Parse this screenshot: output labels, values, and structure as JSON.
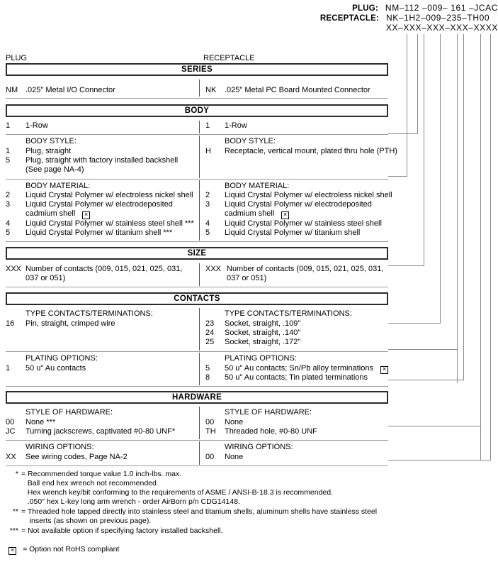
{
  "header": {
    "rows": [
      {
        "label": "PLUG:",
        "value": "NM–112 –009– 161 –JCAC"
      },
      {
        "label": "RECEPTACLE:",
        "value": "NK–1H2–009–235–TH00"
      },
      {
        "label": "",
        "value": "XX–XXX–XXX–XXX–XXXX"
      }
    ]
  },
  "captions": {
    "plug": "PLUG",
    "receptacle": "RECEPTACLE"
  },
  "sections": {
    "series": {
      "title": "SERIES",
      "plug": {
        "code": "NM",
        "text": ".025\" Metal I/O Connector"
      },
      "receptacle": {
        "code": "NK",
        "text": ".025\" Metal PC Board Mounted Connector"
      }
    },
    "body": {
      "title": "BODY",
      "row_plug": {
        "code": "1",
        "text": "1-Row"
      },
      "row_receptacle": {
        "code": "1",
        "text": "1-Row"
      },
      "style_label": "BODY STYLE:",
      "style_plug": [
        {
          "code": "1",
          "text": "Plug, straight"
        },
        {
          "code": "5",
          "text": "Plug, straight with factory installed backshell"
        },
        {
          "code": "",
          "text": "(See page NA-4)"
        }
      ],
      "style_receptacle": [
        {
          "code": "H",
          "text": "Receptacle, vertical mount, plated thru hole (PTH)"
        }
      ],
      "material_label": "BODY MATERIAL:",
      "material_plug": [
        {
          "code": "2",
          "text": "Liquid Crystal Polymer w/ electroless nickel shell",
          "rohs": false
        },
        {
          "code": "3",
          "text": "Liquid Crystal Polymer w/ electrodeposited",
          "rohs": false
        },
        {
          "code": "",
          "text": "cadmium shell",
          "rohs": true
        },
        {
          "code": "4",
          "text": "Liquid Crystal Polymer w/ stainless steel shell ***",
          "rohs": false
        },
        {
          "code": "5",
          "text": "Liquid Crystal Polymer w/ titanium shell ***",
          "rohs": false
        }
      ],
      "material_receptacle": [
        {
          "code": "2",
          "text": "Liquid Crystal Polymer w/ electroless nickel shell",
          "rohs": false
        },
        {
          "code": "3",
          "text": "Liquid Crystal Polymer w/ electrodeposited",
          "rohs": false
        },
        {
          "code": "",
          "text": "cadmium shell",
          "rohs": true
        },
        {
          "code": "4",
          "text": "Liquid Crystal Polymer w/ stainless steel shell",
          "rohs": false
        },
        {
          "code": "5",
          "text": "Liquid Crystal Polymer w/ titanium shell",
          "rohs": false
        }
      ]
    },
    "size": {
      "title": "SIZE",
      "plug": {
        "code": "XXX",
        "line1": "Number of contacts (009, 015, 021, 025, 031,",
        "line2": "037 or 051)"
      },
      "receptacle": {
        "code": "XXX",
        "line1": "Number of contacts (009, 015, 021, 025, 031,",
        "line2": "037 or 051)"
      }
    },
    "contacts": {
      "title": "CONTACTS",
      "type_label": "TYPE CONTACTS/TERMINATIONS:",
      "type_plug": [
        {
          "code": "16",
          "text": "Pin, straight, crimped wire"
        }
      ],
      "type_receptacle": [
        {
          "code": "23",
          "text": "Socket, straight, .109\""
        },
        {
          "code": "24",
          "text": "Socket, straight, .140\""
        },
        {
          "code": "25",
          "text": "Socket, straight, .172\""
        }
      ],
      "plating_label": "PLATING OPTIONS:",
      "plating_plug": [
        {
          "code": "1",
          "text": "50 u\" Au contacts",
          "rohs": false
        }
      ],
      "plating_receptacle": [
        {
          "code": "5",
          "text": "50 u\" Au contacts; Sn/Pb alloy terminations",
          "rohs": true
        },
        {
          "code": "8",
          "text": "50 u\" Au contacts; Tin plated terminations",
          "rohs": false
        }
      ]
    },
    "hardware": {
      "title": "HARDWARE",
      "style_label": "STYLE OF HARDWARE:",
      "style_plug": [
        {
          "code": "00",
          "text": "None  ***"
        },
        {
          "code": "JC",
          "text": "Turning jackscrews, captivated #0-80 UNF*"
        }
      ],
      "style_receptacle": [
        {
          "code": "00",
          "text": "None"
        },
        {
          "code": "TH",
          "text": "Threaded hole, #0-80 UNF"
        }
      ],
      "wiring_label": "WIRING OPTIONS:",
      "wiring_plug": [
        {
          "code": "XX",
          "text": "See wiring codes, Page NA-2"
        }
      ],
      "wiring_receptacle": [
        {
          "code": "00",
          "text": "None"
        }
      ]
    }
  },
  "footnotes": [
    {
      "mark": "*",
      "lines": [
        "= Recommended torque value 1.0 inch-lbs. max.",
        "   Ball end hex wrench not recommended",
        "   Hex wrench key/bit conforming to the requirements of ASME / ANSI-B-18.3 is recommended.",
        "   .050\" hex L-key long arm wrench - order AirBorn p/n CDG14148."
      ]
    },
    {
      "mark": "**",
      "lines": [
        "= Threaded hole tapped directly into stainless steel and titanium shells, aluminum shells have stainless steel",
        "    inserts (as shown on previous page)."
      ]
    },
    {
      "mark": "***",
      "lines": [
        "= Not available option if specifying factory installed backshell."
      ]
    }
  ],
  "rohs_note": {
    "text": "= Option not RoHS compliant"
  }
}
